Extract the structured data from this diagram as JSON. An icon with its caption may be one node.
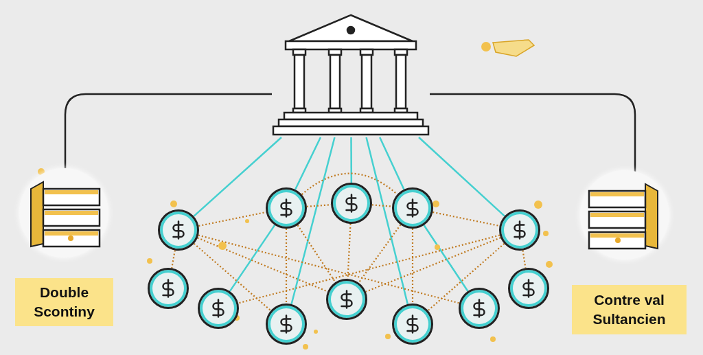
{
  "diagram": {
    "nodes": [
      {
        "text": [],
        "shape": "picture"
      },
      {
        "text": [],
        "shape": "picture"
      },
      {
        "text": [],
        "shape": "picture"
      },
      {
        "text": [
          "Double Scontiny"
        ]
      },
      {
        "text": [
          "Contre val Sultancien"
        ]
      },
      {
        "text": [],
        "shape": "circle"
      },
      {
        "text": [],
        "shape": "circle"
      },
      {
        "text": [],
        "shape": "circle"
      },
      {
        "text": [],
        "shape": "circle"
      },
      {
        "text": [],
        "shape": "circle"
      },
      {
        "text": [],
        "shape": "circle"
      },
      {
        "text": [],
        "shape": "circle"
      },
      {
        "text": [],
        "shape": "circle"
      },
      {
        "text": [],
        "shape": "circle"
      },
      {
        "text": [],
        "shape": "circle"
      },
      {
        "text": [],
        "shape": "circle"
      },
      {
        "text": [],
        "shape": "circle"
      }
    ],
    "edges": [
      {
        "from": 0,
        "to": 1,
        "arrow": "none",
        "color": "#222222"
      },
      {
        "from": 0,
        "to": 2,
        "arrow": "none",
        "color": "#222222"
      },
      {
        "from": 0,
        "to": 5,
        "arrow": "none",
        "color": "#45d0d0"
      },
      {
        "from": 0,
        "to": 6,
        "arrow": "none",
        "color": "#45d0d0"
      },
      {
        "from": 0,
        "to": 12,
        "arrow": "none",
        "color": "#45d0d0"
      },
      {
        "from": 0,
        "to": 7,
        "arrow": "none",
        "color": "#45d0d0"
      },
      {
        "from": 0,
        "to": 14,
        "arrow": "none",
        "color": "#45d0d0"
      },
      {
        "from": 0,
        "to": 8,
        "arrow": "none",
        "color": "#45d0d0"
      },
      {
        "from": 0,
        "to": 9,
        "arrow": "none",
        "color": "#45d0d0"
      },
      {
        "from": 6,
        "to": 11,
        "arrow": "none",
        "color": "#45d0d0"
      },
      {
        "from": 8,
        "to": 15,
        "arrow": "none",
        "color": "#45d0d0"
      },
      {
        "from": 5,
        "to": 6,
        "arrow": "none",
        "style": "dashed"
      },
      {
        "from": 6,
        "to": 7,
        "arrow": "none",
        "style": "dashed"
      },
      {
        "from": 7,
        "to": 8,
        "arrow": "none",
        "style": "dashed"
      },
      {
        "from": 8,
        "to": 9,
        "arrow": "none",
        "style": "dashed"
      },
      {
        "from": 6,
        "to": 8,
        "arrow": "none",
        "style": "dashed"
      },
      {
        "from": 5,
        "to": 10,
        "arrow": "none",
        "style": "dashed"
      },
      {
        "from": 5,
        "to": 12,
        "arrow": "none",
        "style": "dashed"
      },
      {
        "from": 5,
        "to": 13,
        "arrow": "none",
        "style": "dashed"
      },
      {
        "from": 5,
        "to": 15,
        "arrow": "none",
        "style": "dashed"
      },
      {
        "from": 6,
        "to": 12,
        "arrow": "none",
        "style": "dashed"
      },
      {
        "from": 6,
        "to": 13,
        "arrow": "none",
        "style": "dashed"
      },
      {
        "from": 7,
        "to": 13,
        "arrow": "none",
        "style": "dashed"
      },
      {
        "from": 8,
        "to": 13,
        "arrow": "none",
        "style": "dashed"
      },
      {
        "from": 8,
        "to": 14,
        "arrow": "none",
        "style": "dashed"
      },
      {
        "from": 9,
        "to": 11,
        "arrow": "none",
        "style": "dashed"
      },
      {
        "from": 9,
        "to": 13,
        "arrow": "none",
        "style": "dashed"
      },
      {
        "from": 9,
        "to": 14,
        "arrow": "none",
        "style": "dashed"
      },
      {
        "from": 9,
        "to": 16,
        "arrow": "none",
        "style": "dashed"
      }
    ]
  }
}
